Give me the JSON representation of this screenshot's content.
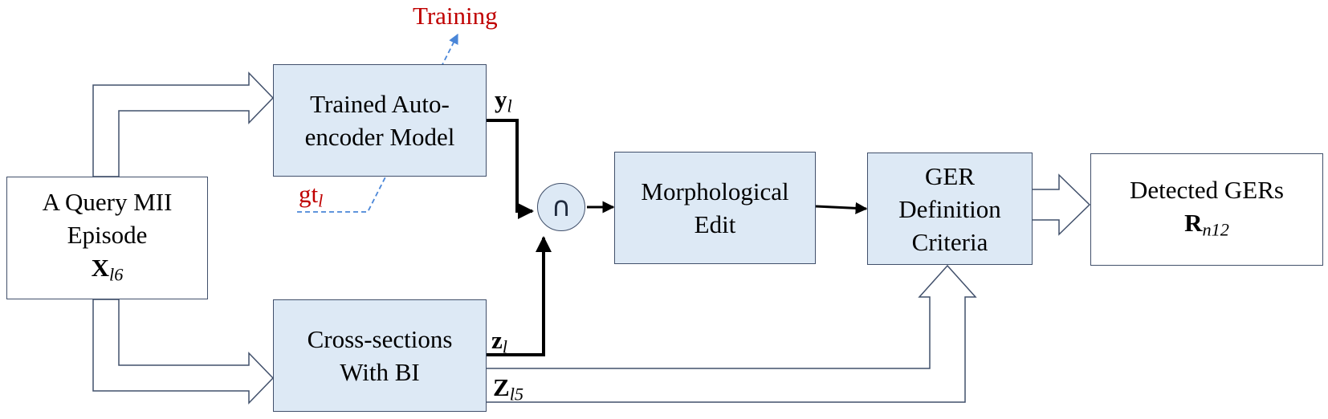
{
  "boxes": {
    "query": {
      "line1": "A Query MII",
      "line2": "Episode",
      "sym": "X",
      "sub": "l6"
    },
    "autoencoder": {
      "line1": "Trained Auto-",
      "line2": "encoder Model"
    },
    "cross_sections": {
      "line1": "Cross-sections",
      "line2": "With BI"
    },
    "morph": {
      "line1": "Morphological",
      "line2": "Edit"
    },
    "ger_criteria": {
      "line1": "GER",
      "line2": "Definition",
      "line3": "Criteria"
    },
    "detected": {
      "line1": "Detected GERs",
      "sym": "R",
      "sub": "n12"
    }
  },
  "labels": {
    "training": "Training",
    "gt": {
      "sym": "gt",
      "sub": "l"
    },
    "y": {
      "sym": "y",
      "sub": "l"
    },
    "z": {
      "sym": "z",
      "sub": "l"
    },
    "Z": {
      "sym": "Z",
      "sub": "l5"
    }
  },
  "intersection_symbol": "∩",
  "colors": {
    "box_fill_blue": "#dde9f5",
    "box_stroke": "#41506b",
    "training_red": "#c00000",
    "dashed_blue": "#4a86d8"
  }
}
